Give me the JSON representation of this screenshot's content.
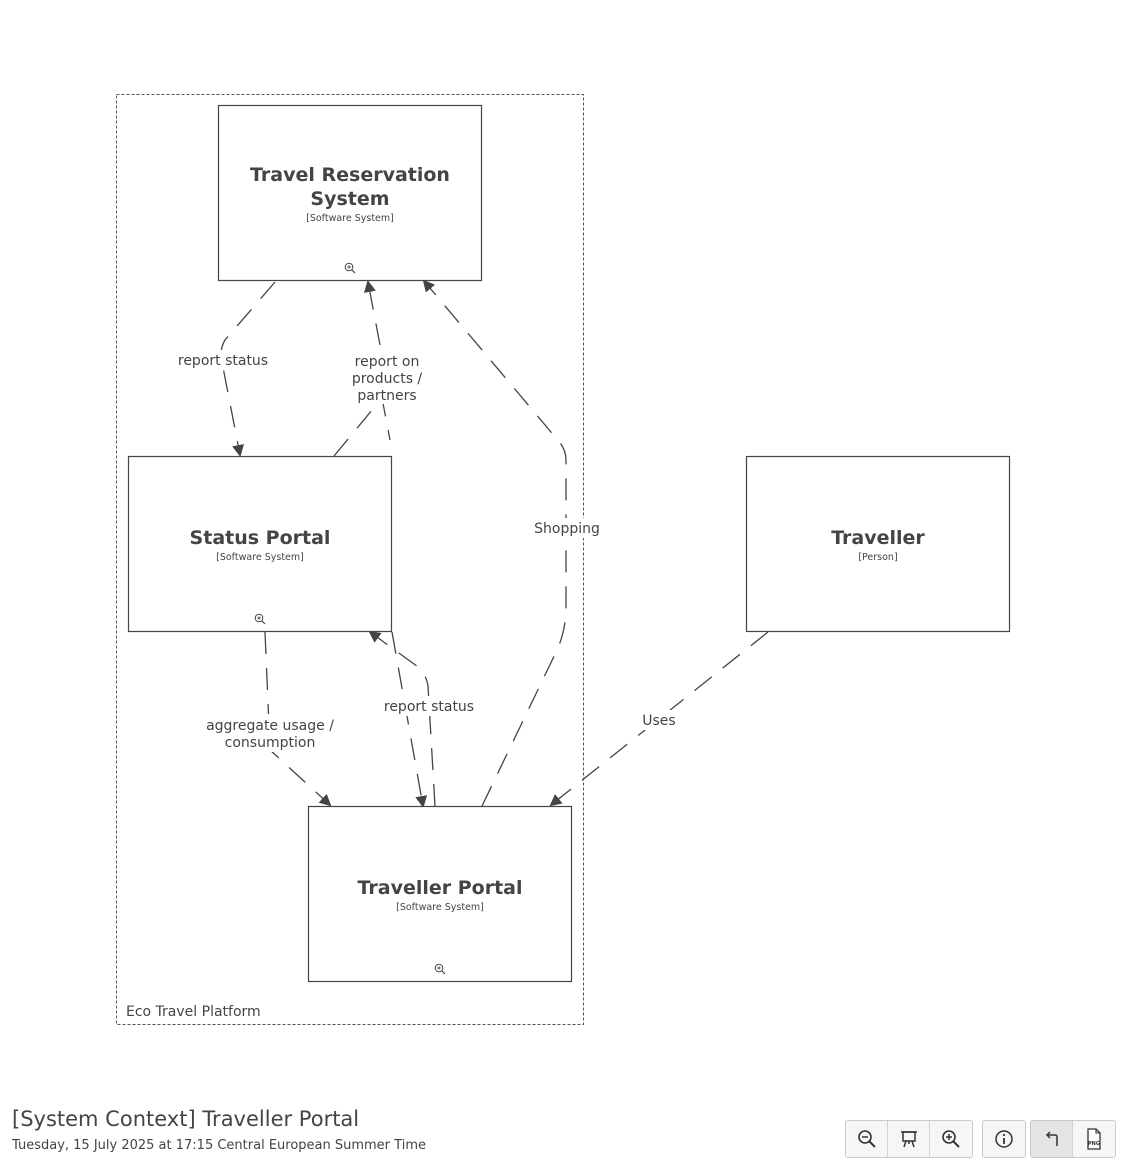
{
  "diagram": {
    "boundary": {
      "label": "Eco Travel Platform"
    },
    "nodes": {
      "travel_reservation": {
        "title_line1": "Travel Reservation",
        "title_line2": "System",
        "type": "[Software System]"
      },
      "status_portal": {
        "title": "Status Portal",
        "type": "[Software System]"
      },
      "traveller": {
        "title": "Traveller",
        "type": "[Person]"
      },
      "traveller_portal": {
        "title": "Traveller Portal",
        "type": "[Software System]"
      }
    },
    "edges": {
      "report_status_top": "report status",
      "report_on_products_l1": "report on",
      "report_on_products_l2": "products /",
      "report_on_products_l3": "partners",
      "shopping": "Shopping",
      "uses": "Uses",
      "aggregate_l1": "aggregate usage /",
      "aggregate_l2": "consumption",
      "report_status_bottom": "report status"
    }
  },
  "footer": {
    "title": "[System Context] Traveller Portal",
    "date": "Tuesday, 15 July 2025 at 17:15 Central European Summer Time"
  },
  "toolbar": {
    "icons": [
      "zoom-out-icon",
      "fit-to-screen-icon",
      "zoom-in-icon",
      "info-icon",
      "back-icon",
      "png-export-icon"
    ],
    "png_label": "PNG"
  }
}
